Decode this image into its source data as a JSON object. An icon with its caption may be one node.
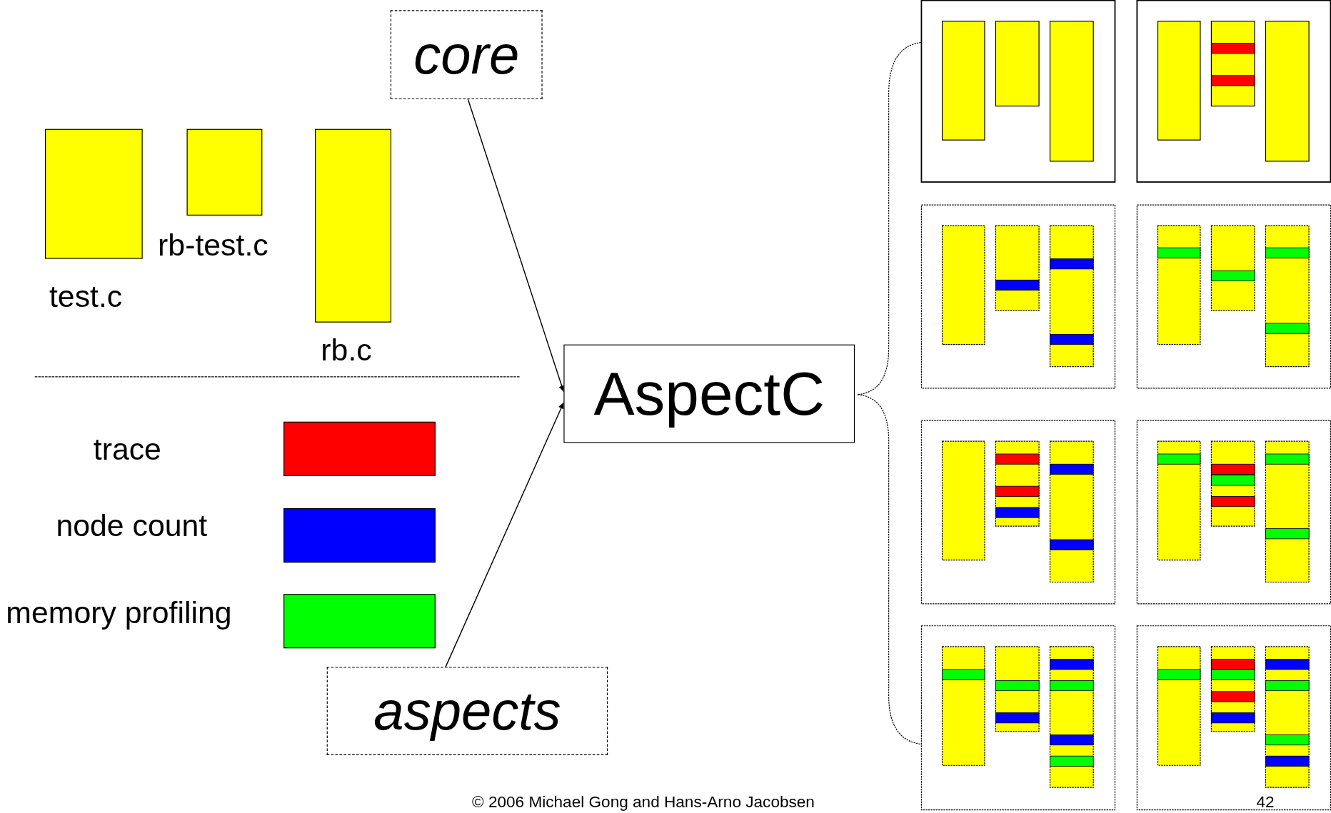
{
  "diagram": {
    "nodes": [
      {
        "text": [],
        "shape": "box",
        "beside": [
          "test.c"
        ]
      },
      {
        "text": [],
        "shape": "box",
        "beside": [
          "rb-test.c"
        ]
      },
      {
        "text": [],
        "shape": "box",
        "beside": [
          "rb.c"
        ]
      },
      {
        "text": [
          "core"
        ]
      },
      {
        "text": [
          "AspectC"
        ]
      },
      {
        "text": [
          "aspects"
        ]
      }
    ],
    "edges": [
      {
        "from": 3,
        "to": 4,
        "arrow": "to"
      },
      {
        "from": 5,
        "to": 4,
        "arrow": "to"
      }
    ],
    "labels": [
      "© 2006 Michael Gong and Hans-Arno Jacobsen",
      "42"
    ],
    "legend": [
      {
        "text": "trace",
        "color": "#ff0000"
      },
      {
        "text": "node count",
        "color": "#0000ff"
      },
      {
        "text": "memory profiling",
        "color": "#00ff00"
      }
    ]
  }
}
